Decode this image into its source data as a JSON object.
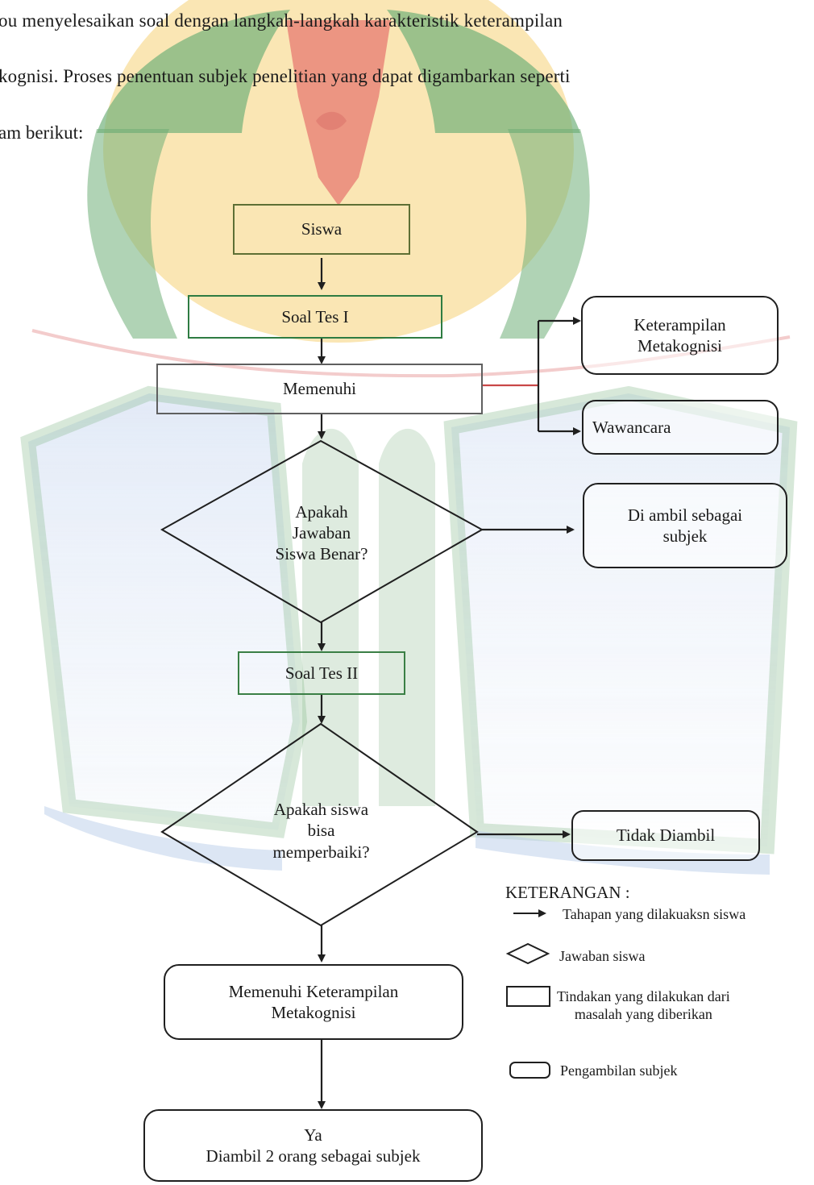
{
  "intro": {
    "line1": "ou menyelesaikan soal dengan langkah-langkah karakteristik keterampilan",
    "line2": "kognisi. Proses penentuan subjek penelitian yang dapat digambarkan seperti",
    "line3": "am berikut:"
  },
  "flowchart": {
    "siswa": "Siswa",
    "soal_tes_1": "Soal Tes I",
    "memenuhi": "Memenuhi",
    "keterampilan_metakognisi": "Keterampilan\nMetakognisi",
    "wawancara": "Wawancara",
    "decision_jawaban": "Apakah\nJawaban\nSiswa Benar?",
    "diambil_subjek": "Di ambil sebagai\nsubjek",
    "soal_tes_2": "Soal Tes II",
    "decision_perbaiki": "Apakah siswa\nbisa\nmemperbaiki?",
    "tidak_diambil": "Tidak Diambil",
    "memenuhi_keterampilan": "Memenuhi Keterampilan\nMetakognisi",
    "final_result": "Ya\nDiambil 2 orang sebagai subjek"
  },
  "legend": {
    "title": "KETERANGAN :",
    "arrow": "Tahapan yang dilakuaksn siswa",
    "diamond": "Jawaban siswa",
    "rectangle": "Tindakan yang dilakukan dari\nmasalah yang diberikan",
    "rounded": "Pengambilan subjek"
  },
  "colors": {
    "text": "#1a1a1a",
    "box_green": "#3a7f45",
    "stroke_dark": "#1f1f1f",
    "connector_red": "#c94747",
    "watermark_yellow": "#f4cf73",
    "watermark_red": "#d94a4a",
    "watermark_green": "#62a86b",
    "watermark_blue": "#dfe8f6"
  }
}
